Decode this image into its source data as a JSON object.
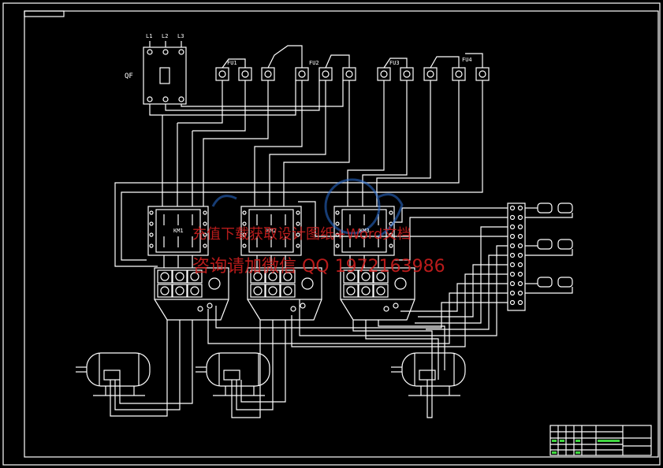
{
  "breaker": {
    "label": "QF",
    "poles": [
      "L1",
      "L2",
      "L3"
    ]
  },
  "fuse_labels": [
    "FU1",
    "FU2",
    "FU3",
    "FU4"
  ],
  "contactor_labels": [
    "KM1",
    "KM2",
    "KM3"
  ],
  "watermark": {
    "line1": "充值下载获取设计图纸+Word文档",
    "line2": "咨询请加微信 QQ 1972163986"
  },
  "colors": {
    "line": "#ffffff",
    "background": "#000000",
    "watermark_text": "#d92020",
    "watermark_logo": "#2a6fd6",
    "title_block_text": "#3fd63f"
  }
}
